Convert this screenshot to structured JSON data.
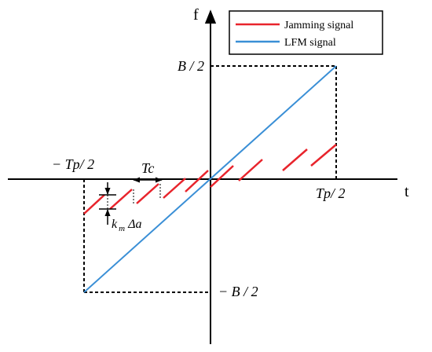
{
  "axes": {
    "x_label": "t",
    "y_label": "f",
    "x_pos_tick": "Tp/ 2",
    "x_neg_tick": "− Tp/ 2",
    "y_pos_tick": "B / 2",
    "y_neg_tick": "− B / 2"
  },
  "annotations": {
    "tc_label": "Tc",
    "step_k": "k",
    "step_sub": "m",
    "step_delta": "Δa"
  },
  "legend": {
    "jamming_label": "Jamming  signal",
    "lfm_label": "LFM signal"
  },
  "colors": {
    "jamming": "#e8242c",
    "lfm": "#3a8fd6",
    "axis": "#000000"
  },
  "diagram_data": {
    "lfm_line": {
      "t_range": [
        "-Tp/2",
        "Tp/2"
      ],
      "f_range": [
        "-B/2",
        "B/2"
      ]
    },
    "jamming_segments": 9,
    "dashed_rect": "[-Tp/2, Tp/2] x [-B/2, B/2]"
  }
}
